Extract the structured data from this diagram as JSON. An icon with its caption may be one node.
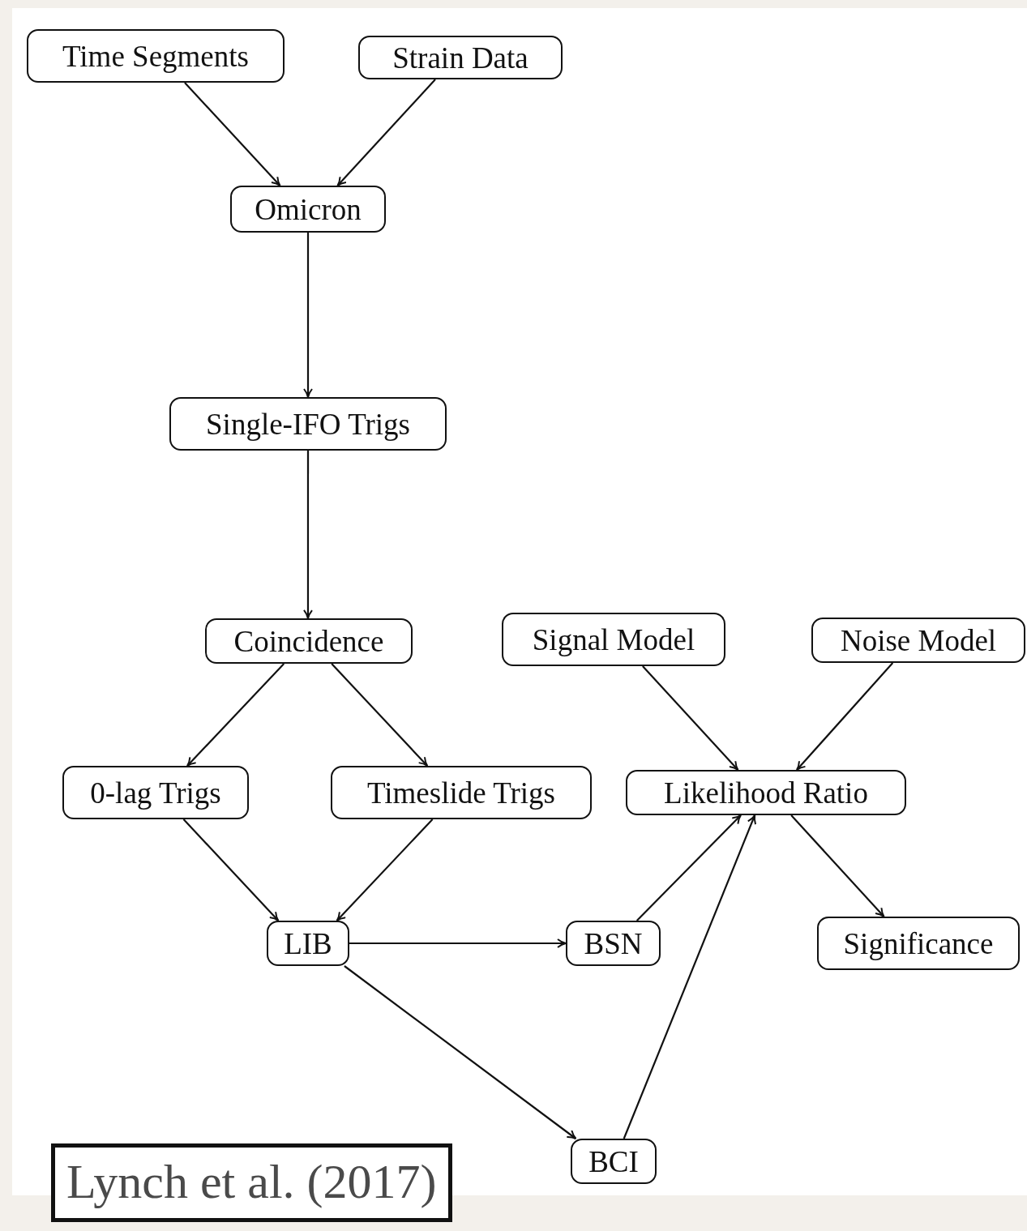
{
  "diagram": {
    "nodes": [
      {
        "text": [
          "Time Segments"
        ]
      },
      {
        "text": [
          "Strain Data"
        ]
      },
      {
        "text": [
          "Omicron"
        ]
      },
      {
        "text": [
          "Single-IFO Trigs"
        ]
      },
      {
        "text": [
          "Coincidence"
        ]
      },
      {
        "text": [
          "Signal Model"
        ]
      },
      {
        "text": [
          "Noise Model"
        ]
      },
      {
        "text": [
          "0-lag Trigs"
        ]
      },
      {
        "text": [
          "Timeslide Trigs"
        ]
      },
      {
        "text": [
          "Likelihood Ratio"
        ]
      },
      {
        "text": [
          "LIB"
        ]
      },
      {
        "text": [
          "BSN"
        ]
      },
      {
        "text": [
          "Significance"
        ]
      },
      {
        "text": [
          "BCI"
        ]
      }
    ],
    "edges": [
      {
        "from": 0,
        "to": 2,
        "arrow": "to"
      },
      {
        "from": 1,
        "to": 2,
        "arrow": "to"
      },
      {
        "from": 2,
        "to": 3,
        "arrow": "to"
      },
      {
        "from": 3,
        "to": 4,
        "arrow": "to"
      },
      {
        "from": 4,
        "to": 7,
        "arrow": "to"
      },
      {
        "from": 4,
        "to": 8,
        "arrow": "to"
      },
      {
        "from": 5,
        "to": 9,
        "arrow": "to"
      },
      {
        "from": 6,
        "to": 9,
        "arrow": "to"
      },
      {
        "from": 7,
        "to": 10,
        "arrow": "to"
      },
      {
        "from": 8,
        "to": 10,
        "arrow": "to"
      },
      {
        "from": 10,
        "to": 11,
        "arrow": "to"
      },
      {
        "from": 10,
        "to": 13,
        "arrow": "to"
      },
      {
        "from": 11,
        "to": 9,
        "arrow": "to"
      },
      {
        "from": 13,
        "to": 9,
        "arrow": "to"
      },
      {
        "from": 9,
        "to": 12,
        "arrow": "to"
      }
    ],
    "labels": [
      "Lynch et al. (2017)"
    ]
  }
}
